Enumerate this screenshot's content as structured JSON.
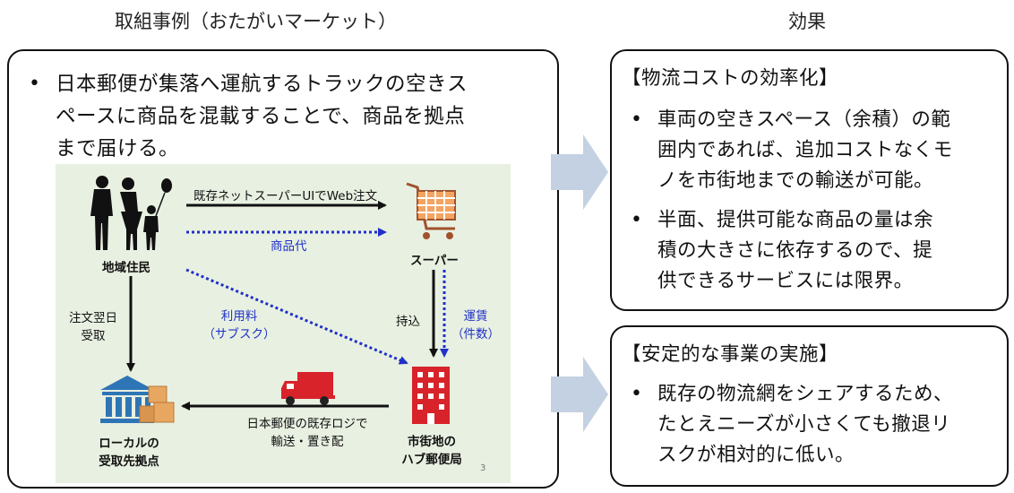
{
  "headers": {
    "left": "取組事例（おたがいマーケット）",
    "right": "効果"
  },
  "left_box": {
    "bullet_symbol": "•",
    "line1": "日本郵便が集落へ運航するトラックの空きス",
    "line2": "ペースに商品を混載することで、商品を拠点",
    "line3": "まで届ける。"
  },
  "diagram": {
    "node_residents": "地域住民",
    "node_super": "スーパー",
    "node_hub_line1": "市街地の",
    "node_hub_line2": "ハブ郵便局",
    "node_local_line1": "ローカルの",
    "node_local_line2": "受取先拠点",
    "label_web_order": "既存ネットスーパーUIでWeb注文",
    "label_goods_fee": "商品代",
    "label_next_day_1": "注文翌日",
    "label_next_day_2": "受取",
    "label_fee_1": "利用料",
    "label_fee_2": "（サブスク）",
    "label_carry": "持込",
    "label_freight_1": "運賃",
    "label_freight_2": "（件数）",
    "label_logi_1": "日本郵便の既存ロジで",
    "label_logi_2": "輸送・置き配",
    "page_num": "3",
    "colors": {
      "black_arrow": "#111111",
      "blue_arrow": "#1f31c9",
      "panel_bg": "#e8f0e1"
    },
    "icons": [
      "family-icon",
      "shopping-cart-icon",
      "building-icon",
      "bank-icon",
      "truck-icon"
    ]
  },
  "box_cost": {
    "title": "【物流コストの効率化】",
    "b1_l1": "車両の空きスペース（余積）の範",
    "b1_l2": "囲内であれば、追加コストなくモ",
    "b1_l3": "ノを市街地までの輸送が可能。",
    "b2_l1": "半面、提供可能な商品の量は余",
    "b2_l2": "積の大きさに依存するので、提",
    "b2_l3": "供できるサービスには限界。"
  },
  "box_stable": {
    "title": "【安定的な事業の実施】",
    "b1_l1": "既存の物流網をシェアするため、",
    "b1_l2": "たとえニーズが小さくても撤退リ",
    "b1_l3": "スクが相対的に低い。"
  }
}
